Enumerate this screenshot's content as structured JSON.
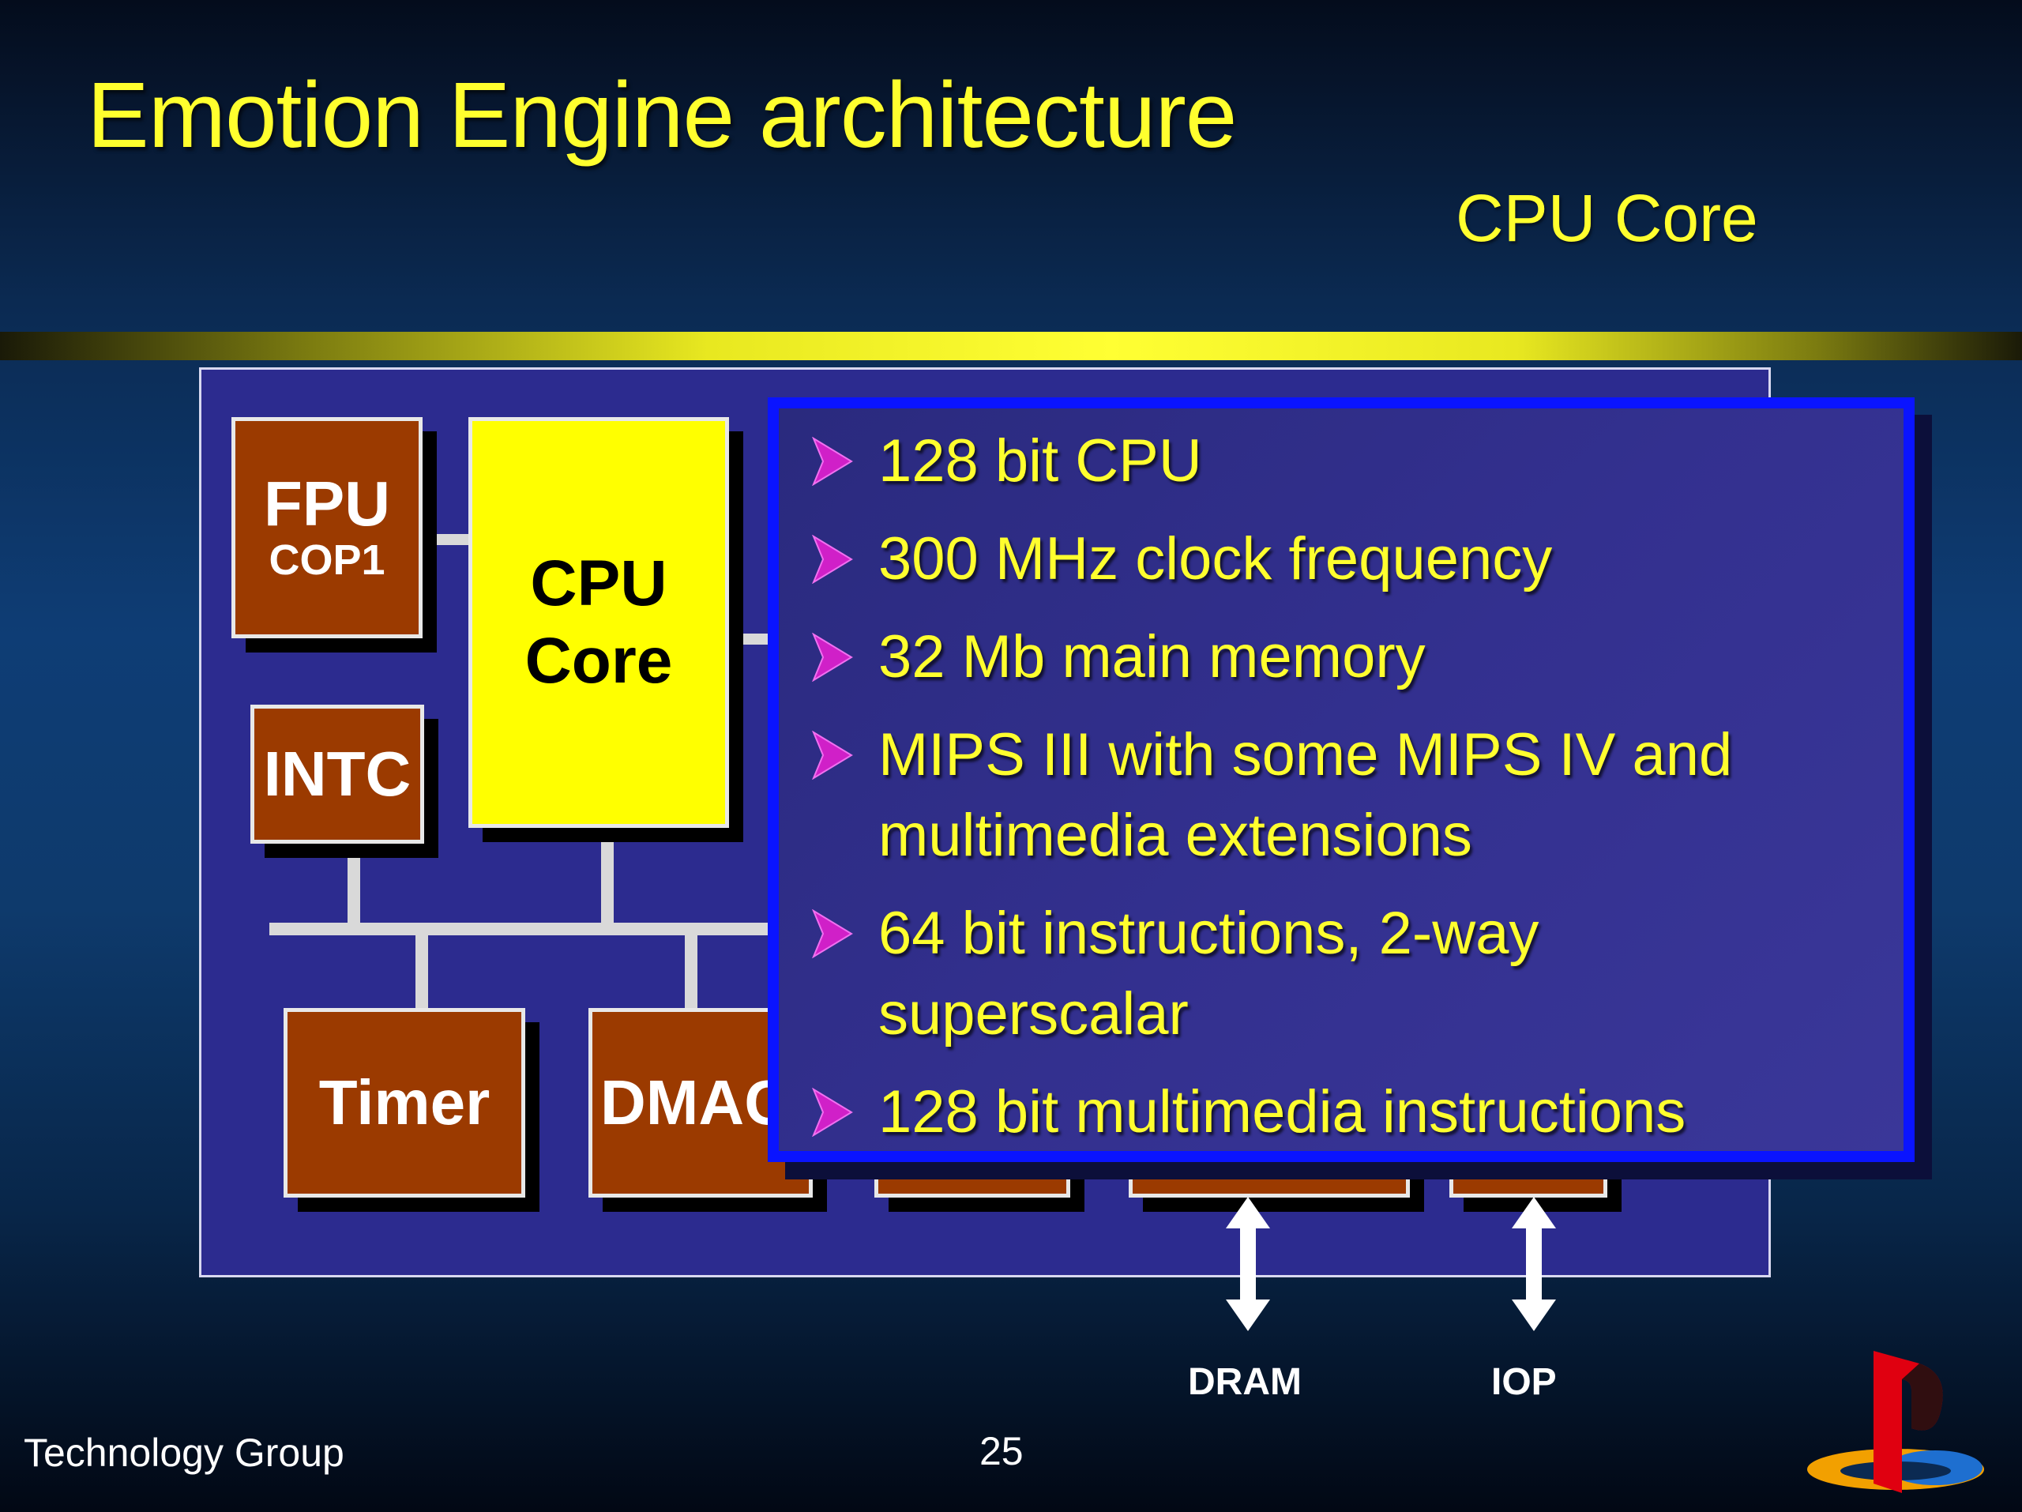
{
  "slide": {
    "title": "Emotion Engine architecture",
    "subtitle": "CPU Core",
    "footer_left": "Technology Group",
    "page_number": "25"
  },
  "diagram": {
    "blocks": {
      "fpu": {
        "label": "FPU",
        "sublabel": "COP1",
        "color": "#9b3a00"
      },
      "cpu_core": {
        "line1": "CPU",
        "line2": "Core",
        "color": "#ffff00"
      },
      "intc": {
        "label": "INTC",
        "color": "#9b3a00"
      },
      "timer": {
        "label": "Timer",
        "color": "#9b3a00"
      },
      "dmac": {
        "label": "DMAC",
        "color": "#9b3a00"
      }
    },
    "io": {
      "dram": "DRAM",
      "iop": "IOP"
    }
  },
  "popup": {
    "border_color": "#0a14ff",
    "text_color": "#ffff2e",
    "bullets": [
      {
        "lines": [
          "128 bit CPU"
        ]
      },
      {
        "lines": [
          "300 MHz clock frequency"
        ]
      },
      {
        "lines": [
          "32 Mb main memory"
        ]
      },
      {
        "lines": [
          "MIPS III with some MIPS IV and",
          "multimedia extensions"
        ]
      },
      {
        "lines": [
          "64 bit instructions, 2-way",
          "superscalar"
        ]
      },
      {
        "lines": [
          "128 bit multimedia instructions"
        ]
      }
    ]
  },
  "icons": {
    "bullet": "arrow-bullet-icon",
    "logo": "playstation-logo-icon"
  }
}
